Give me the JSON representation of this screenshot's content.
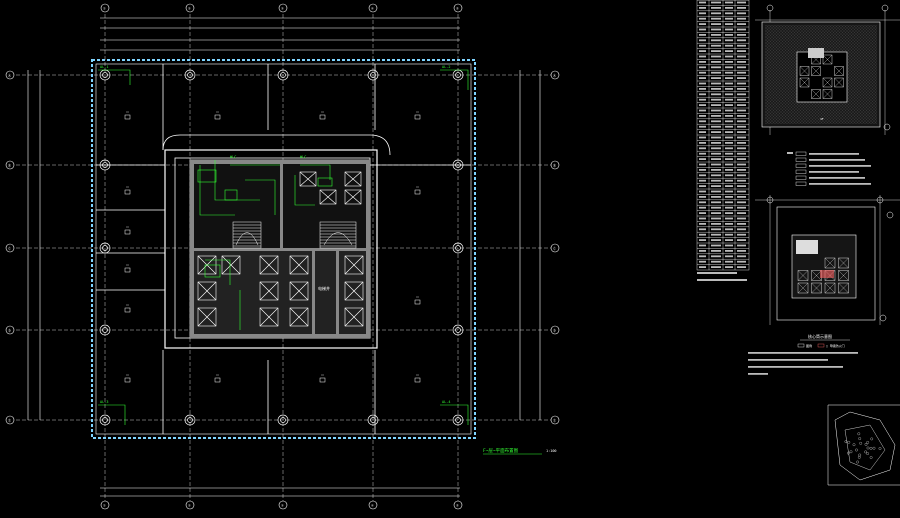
{
  "axis_labels": {
    "top": [
      "①",
      "②",
      "③",
      "④",
      "⑤"
    ],
    "left": [
      "Ⓐ",
      "Ⓑ",
      "Ⓒ",
      "Ⓓ",
      "Ⓔ"
    ]
  },
  "plan_title": "F~层~平面布置图",
  "plan_scale": "1:100",
  "shaft_label": "电梯井",
  "legend": {
    "items": [
      "图例",
      "□ 甲级防火门"
    ]
  },
  "keyplan_title": "核心筒示意图",
  "colors": {
    "background": "#000000",
    "lines": "#ffffff",
    "accent": "#33ff33",
    "hatch": "#ff6666"
  },
  "icons": [
    "column-icon",
    "stair-icon",
    "elevator-icon",
    "north-arrow-icon"
  ]
}
